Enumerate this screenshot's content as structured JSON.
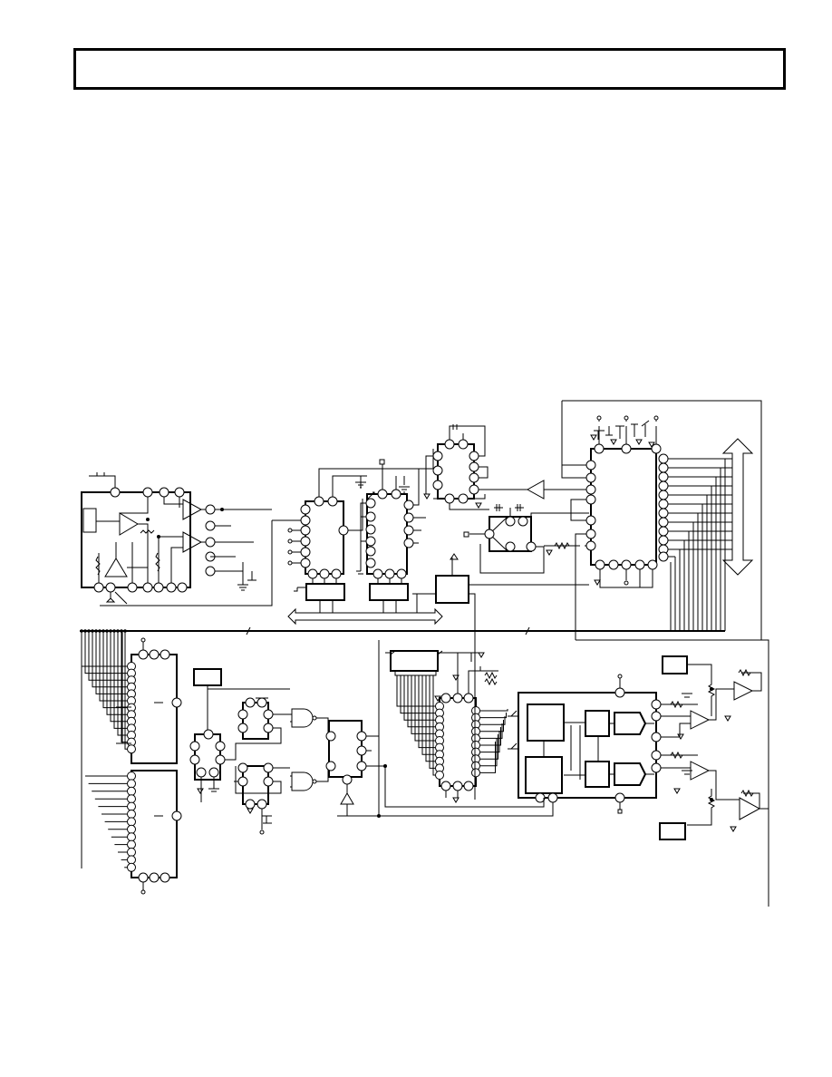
{
  "page": {
    "header_box_text": "",
    "background": "#ffffff",
    "line_color": "#000000"
  },
  "schematic": {
    "description_text": "",
    "components": [
      {
        "kind": "ic",
        "id": "front-end-amp"
      },
      {
        "kind": "ic",
        "id": "mux-a"
      },
      {
        "kind": "ic",
        "id": "mux-b"
      },
      {
        "kind": "ic",
        "id": "sample-hold"
      },
      {
        "kind": "ic",
        "id": "adc"
      },
      {
        "kind": "ic",
        "id": "memory-a"
      },
      {
        "kind": "ic",
        "id": "memory-b"
      },
      {
        "kind": "ic",
        "id": "counter-a"
      },
      {
        "kind": "ic",
        "id": "counter-b"
      },
      {
        "kind": "ic",
        "id": "latch"
      },
      {
        "kind": "ic",
        "id": "dac-driver"
      },
      {
        "kind": "ic",
        "id": "dual-dac"
      }
    ],
    "buses": [
      "data-bus-vertical",
      "address-bus-horizontal",
      "control-bus"
    ]
  }
}
